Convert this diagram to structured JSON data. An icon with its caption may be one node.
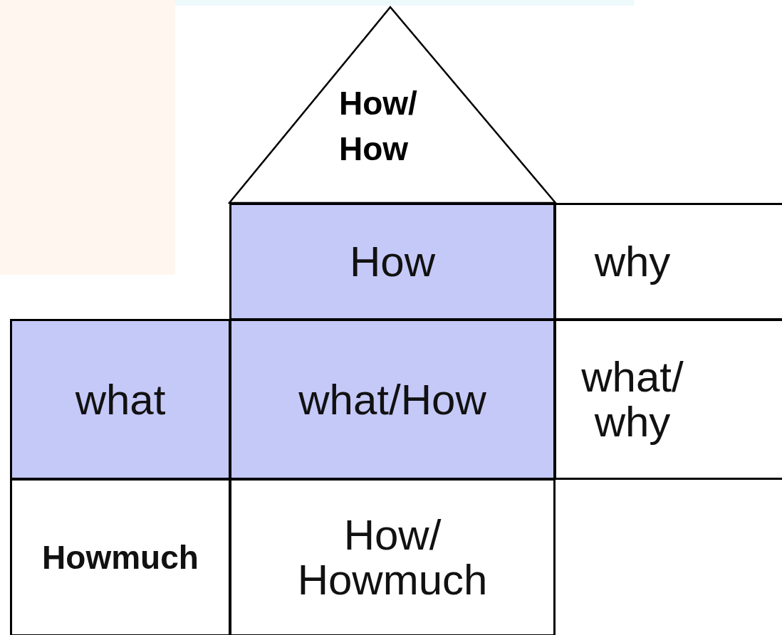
{
  "diagram": {
    "nodes": [
      {
        "text": [
          "How/ How"
        ]
      },
      {
        "text": [
          "How"
        ]
      },
      {
        "text": [
          "why"
        ]
      },
      {
        "text": [
          "what"
        ]
      },
      {
        "text": [
          "what/How"
        ]
      },
      {
        "text": [
          "what/ why"
        ]
      },
      {
        "text": [
          "Howmuch"
        ]
      },
      {
        "text": [
          "How/ Howmuch"
        ]
      }
    ]
  }
}
